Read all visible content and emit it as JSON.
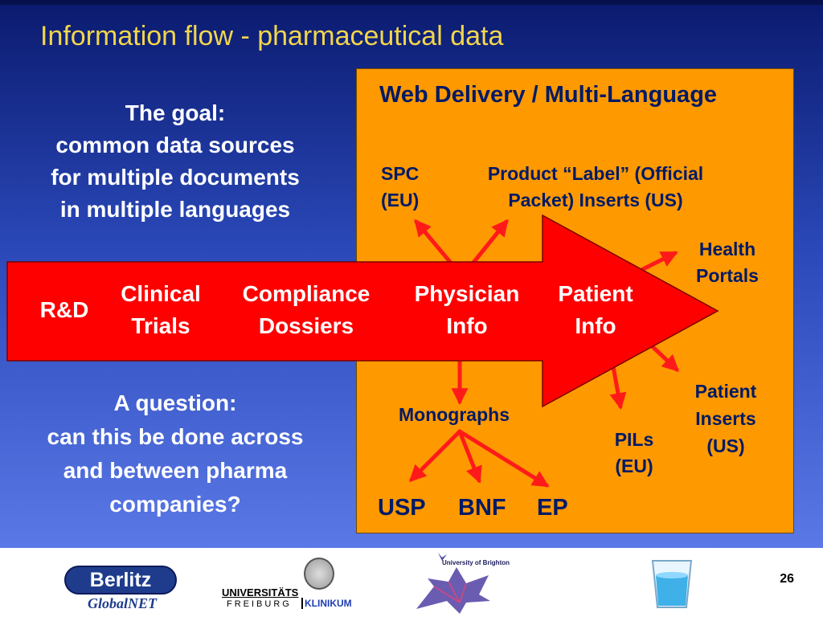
{
  "title": "Information flow - pharmaceutical data",
  "goal": [
    "The goal:",
    "common data sources",
    "for multiple documents",
    "in multiple languages"
  ],
  "question": [
    "A question:",
    "can this be done across",
    "and between pharma",
    "companies?"
  ],
  "panel": {
    "heading": "Web Delivery / Multi-Language",
    "spc": [
      "SPC",
      "(EU)"
    ],
    "label": [
      "Product “Label” (Official",
      "Packet) Inserts (US)"
    ],
    "health": [
      "Health",
      "Portals"
    ],
    "monographs": "Monographs",
    "pils": [
      "PILs",
      "(EU)"
    ],
    "patient_inserts": [
      "Patient",
      "Inserts",
      "(US)"
    ],
    "usp": "USP",
    "bnf": "BNF",
    "ep": "EP"
  },
  "flow": {
    "rd": "R&D",
    "clinical": [
      "Clinical",
      "Trials"
    ],
    "compliance": [
      "Compliance",
      "Dossiers"
    ],
    "physician": [
      "Physician",
      "Info"
    ],
    "patient": [
      "Patient",
      "Info"
    ]
  },
  "footer": {
    "berlitz_logo": "Berlitz",
    "berlitz_sub": "GlobalNET",
    "uni_line1": "UNIVERSITÄTS",
    "uni_line2": "FREIBURG",
    "klinikum": "KLINIKUM",
    "brighton": "University of Brighton",
    "page_number": "26"
  },
  "colors": {
    "title": "#f2d64b",
    "panel": "#ff9900",
    "arrow": "#ff0000",
    "navy_text": "#001a66"
  }
}
